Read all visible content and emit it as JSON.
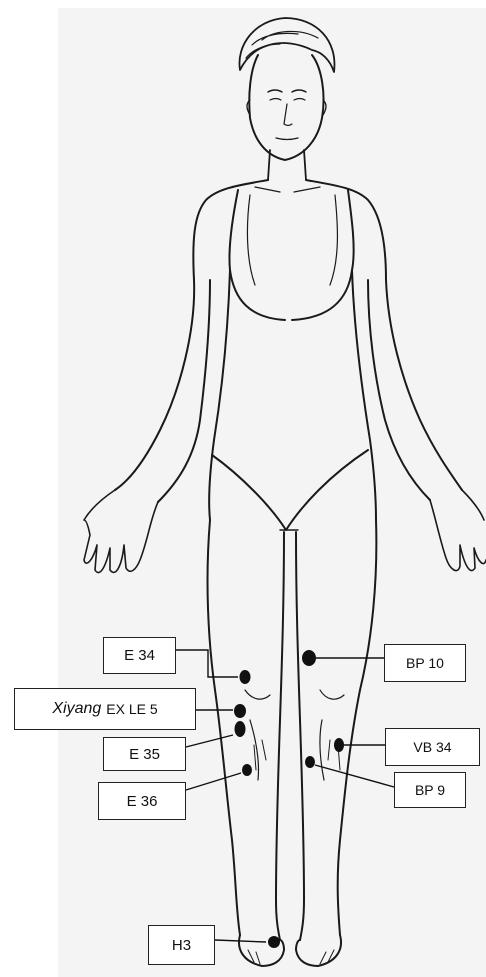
{
  "figure": {
    "labels": {
      "e34": "E 34",
      "xiyang_name": "Xiyang",
      "xiyang_code": "EX LE 5",
      "e35": "E 35",
      "e36": "E 36",
      "h3": "H3",
      "bp10": "BP 10",
      "vb34": "VB 34",
      "bp9": "BP 9"
    },
    "colors": {
      "ink": "#111111",
      "background": "#f4f4f4",
      "label_box": "#ffffff"
    }
  }
}
